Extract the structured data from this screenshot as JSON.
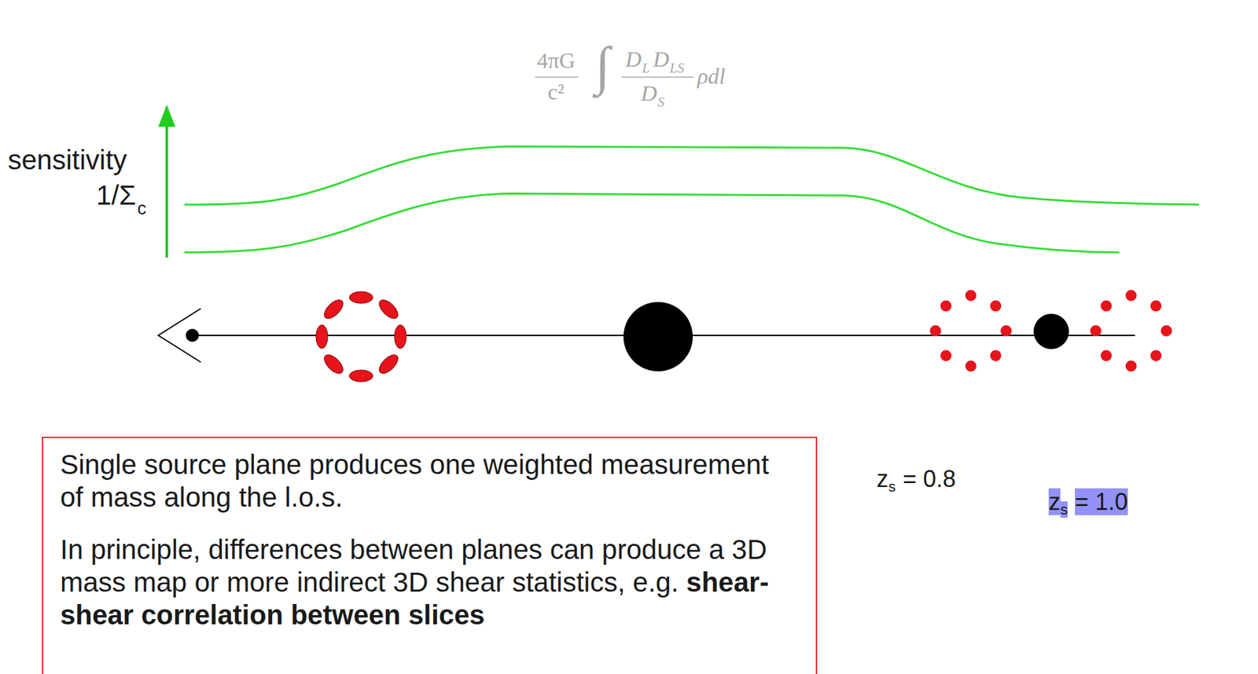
{
  "diagram": {
    "nodes": [
      {
        "text": [
          "z",
          "s",
          "= 0.8"
        ]
      },
      {
        "text": [
          "z",
          "s",
          "= 1.0"
        ]
      },
      {
        "text": [
          "Single source plane produces one weighted measurement of mass along the l.o.s.",
          "In principle, differences between planes can produce a 3D mass map or more indirect 3D shear statistics, e.g.",
          "shear-shear correlation between slices"
        ]
      }
    ],
    "labels": [
      "4πG",
      "c²",
      "∫",
      "D",
      "L",
      "D",
      "LS",
      "D",
      "S",
      "ρdl",
      "sensitivity",
      "1/Σ",
      "c"
    ]
  }
}
